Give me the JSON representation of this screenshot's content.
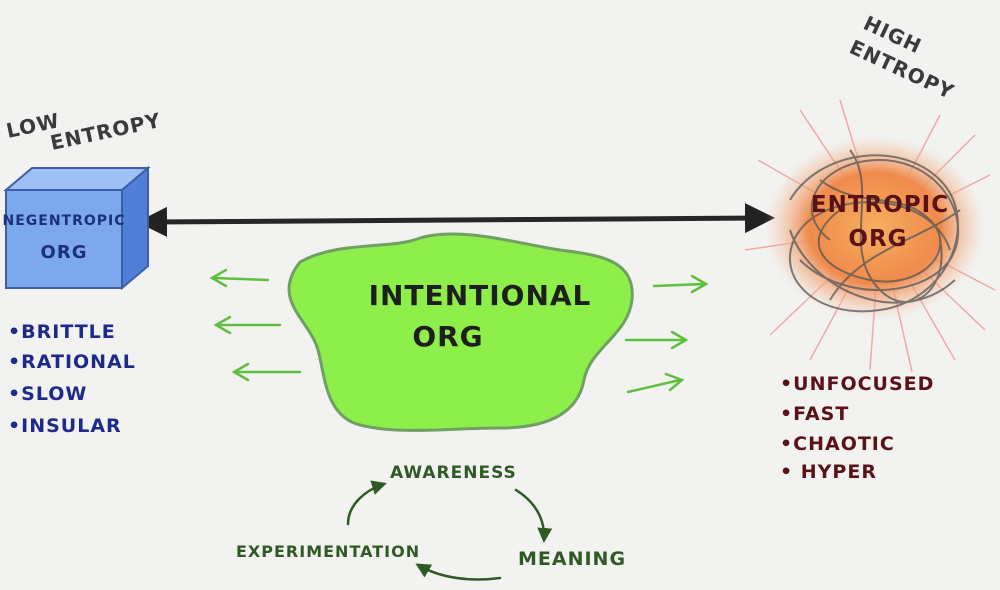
{
  "low_entropy": {
    "line1": "LOW",
    "line2": "ENTROPY"
  },
  "high_entropy": {
    "line1": "HIGH",
    "line2": "ENTROPY"
  },
  "negentropic": {
    "line1": "NEGENTROPIC",
    "line2": "ORG",
    "traits": [
      "•BRITTLE",
      "•RATIONAL",
      "•SLOW",
      "•INSULAR"
    ]
  },
  "entropic": {
    "line1": "ENTROPIC",
    "line2": "ORG",
    "traits": [
      "•UNFOCUSED",
      "•FAST",
      "•CHAOTIC",
      "• HYPER"
    ]
  },
  "intentional": {
    "line1": "INTENTIONAL",
    "line2": "ORG"
  },
  "cycle": {
    "awareness": "AWARENESS",
    "meaning": "MEANING",
    "experimentation": "EXPERIMENTATION"
  },
  "colors": {
    "background": "#f2f2f0",
    "cube": "#6f9bea",
    "blob": "#8eef4a",
    "chaos": "#f08a4c",
    "arrow": "#333333",
    "cycle": "#2f5a24"
  }
}
